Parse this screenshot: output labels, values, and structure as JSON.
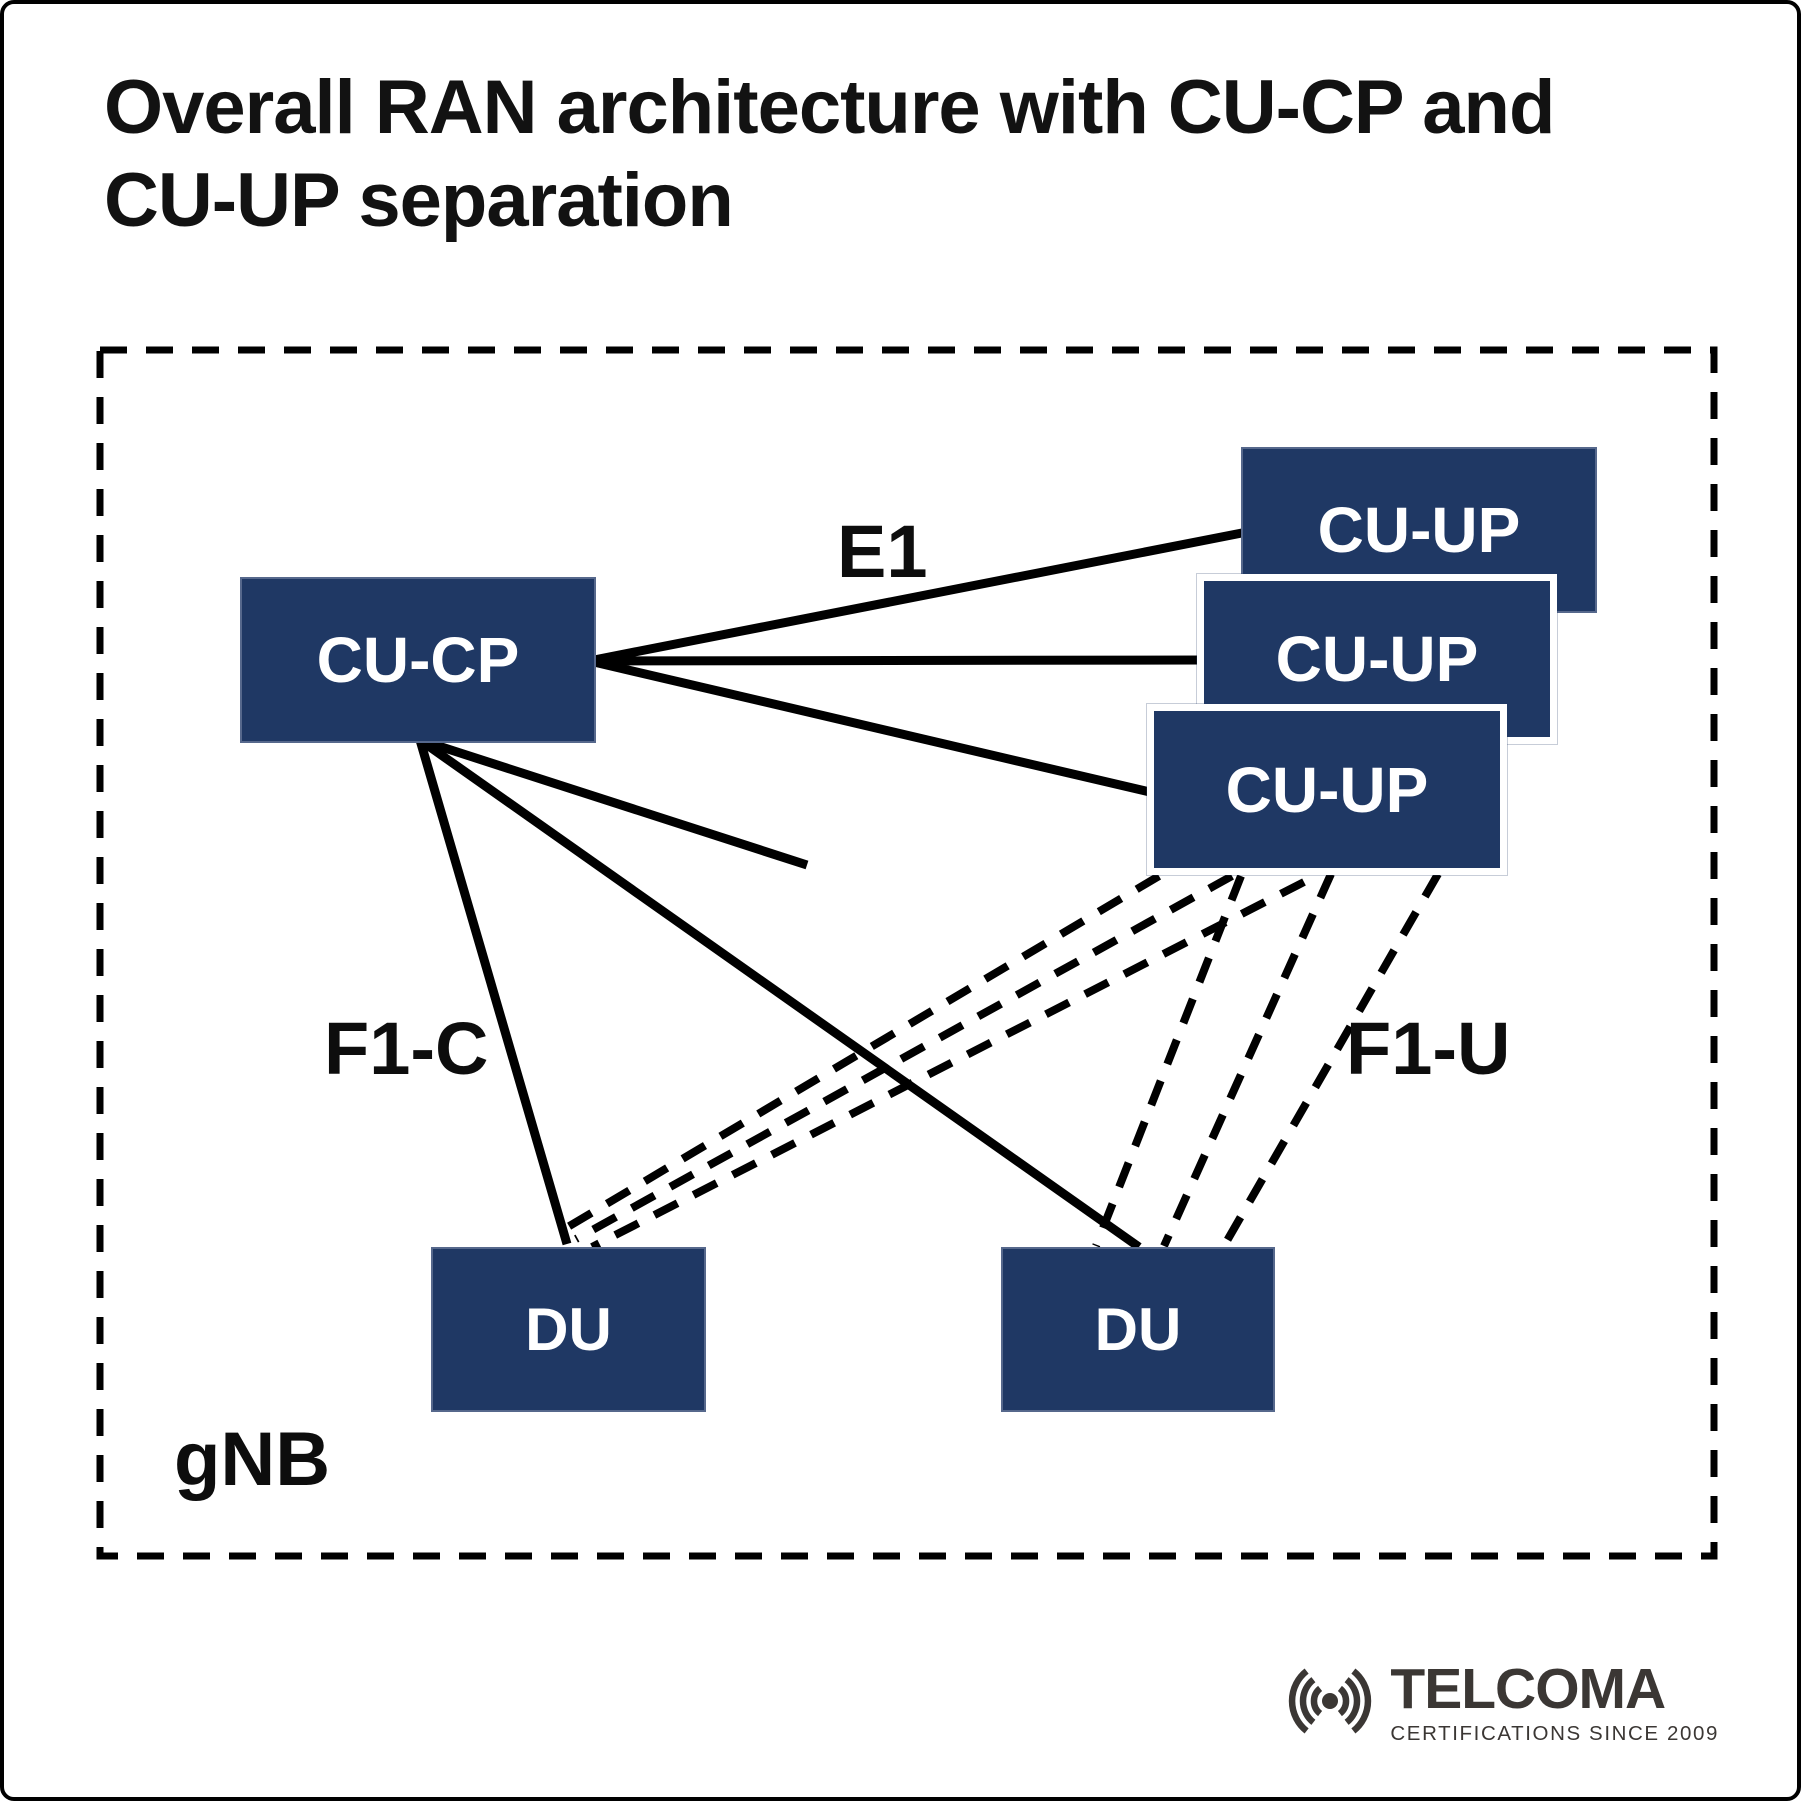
{
  "title": {
    "line1": "Overall RAN architecture with CU-CP and",
    "line2": "CU-UP separation"
  },
  "diagram": {
    "group_label": "gNB",
    "nodes": [
      {
        "id": "cu-cp",
        "label": "CU-CP"
      },
      {
        "id": "cu-up-1",
        "label": "CU-UP"
      },
      {
        "id": "cu-up-2",
        "label": "CU-UP"
      },
      {
        "id": "cu-up-3",
        "label": "CU-UP"
      },
      {
        "id": "du-1",
        "label": "DU"
      },
      {
        "id": "du-2",
        "label": "DU"
      }
    ],
    "interface_labels": {
      "e1": "E1",
      "f1_c": "F1-C",
      "f1_u": "F1-U"
    }
  },
  "colors": {
    "node_fill": "#1f3864",
    "node_text": "#ffffff",
    "line": "#000000",
    "background": "#ffffff",
    "frame": "#000000",
    "logo": "#3b3734"
  },
  "logo": {
    "brand": "TELCOMA",
    "tagline": "CERTIFICATIONS SINCE 2009",
    "icon": "radio-waves-icon"
  }
}
